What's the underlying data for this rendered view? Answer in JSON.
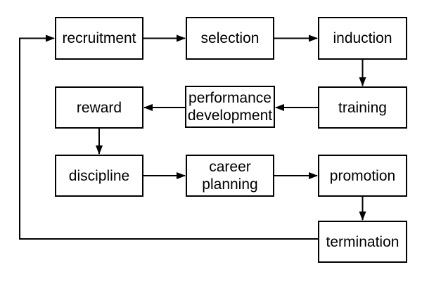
{
  "diagram": {
    "type": "flowchart",
    "background_color": "#ffffff",
    "line_color": "#000000",
    "box_border_color": "#000000",
    "text_color": "#000000",
    "nodes": [
      {
        "id": "recruitment",
        "label": "recruitment"
      },
      {
        "id": "selection",
        "label": "selection"
      },
      {
        "id": "induction",
        "label": "induction"
      },
      {
        "id": "training",
        "label": "training"
      },
      {
        "id": "performance-development",
        "label": "performance development"
      },
      {
        "id": "reward",
        "label": "reward"
      },
      {
        "id": "discipline",
        "label": "discipline"
      },
      {
        "id": "career-planning",
        "label": "career planning"
      },
      {
        "id": "promotion",
        "label": "promotion"
      },
      {
        "id": "termination",
        "label": "termination"
      }
    ],
    "edges": [
      {
        "from": "recruitment",
        "to": "selection",
        "style": "arrow-right"
      },
      {
        "from": "selection",
        "to": "induction",
        "style": "arrow-right"
      },
      {
        "from": "induction",
        "to": "training",
        "style": "arrow-down"
      },
      {
        "from": "training",
        "to": "performance-development",
        "style": "arrow-left"
      },
      {
        "from": "performance-development",
        "to": "reward",
        "style": "arrow-left"
      },
      {
        "from": "reward",
        "to": "discipline",
        "style": "arrow-down"
      },
      {
        "from": "discipline",
        "to": "career-planning",
        "style": "arrow-right"
      },
      {
        "from": "career-planning",
        "to": "promotion",
        "style": "arrow-right"
      },
      {
        "from": "promotion",
        "to": "termination",
        "style": "arrow-down"
      },
      {
        "from": "termination",
        "to": "recruitment",
        "style": "feedback-loop-left"
      }
    ]
  }
}
